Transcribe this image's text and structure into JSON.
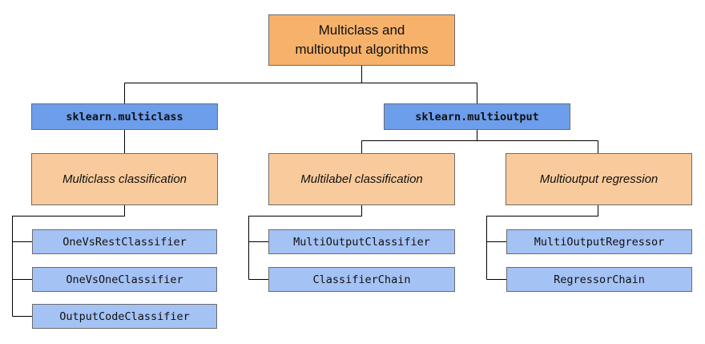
{
  "root": {
    "line1": "Multiclass and",
    "line2": "multioutput algorithms"
  },
  "modules": {
    "multiclass": "sklearn.multiclass",
    "multioutput": "sklearn.multioutput"
  },
  "tasks": {
    "multiclass_classification": "Multiclass classification",
    "multilabel_classification": "Multilabel classification",
    "multioutput_regression": "Multioutput regression"
  },
  "estimators": {
    "multiclass_classification": [
      "OneVsRestClassifier",
      "OneVsOneClassifier",
      "OutputCodeClassifier"
    ],
    "multilabel_classification": [
      "MultiOutputClassifier",
      "ClassifierChain"
    ],
    "multioutput_regression": [
      "MultiOutputRegressor",
      "RegressorChain"
    ]
  },
  "colors": {
    "root": "#f6b26b",
    "module": "#6d9eeb",
    "task": "#f9cb9c",
    "estimator": "#a4c2f4",
    "connector": "#000000"
  }
}
